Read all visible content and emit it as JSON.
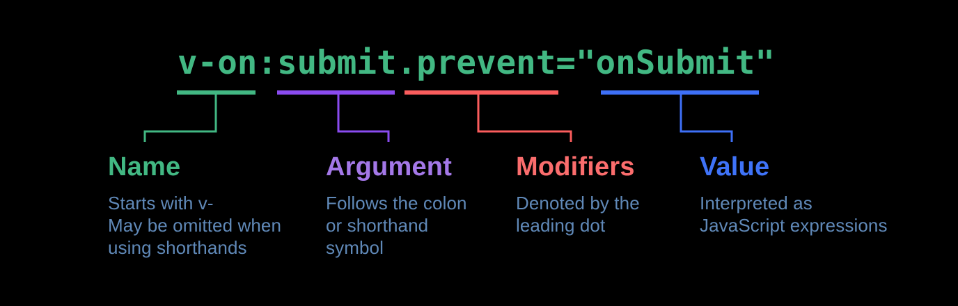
{
  "background_color": "#000000",
  "description_color": "#6089b8",
  "code": {
    "text": "v-on:submit.prevent=\"onSubmit\"",
    "color": "#42b883"
  },
  "sections": [
    {
      "label": "Name",
      "description": "Starts with v-\nMay be omitted when\nusing shorthands",
      "bar_color": "#42b883",
      "label_color": "#42b883"
    },
    {
      "label": "Argument",
      "description": "Follows the colon\nor shorthand\nsymbol",
      "bar_color": "#8a4bf0",
      "label_color": "#a478e8"
    },
    {
      "label": "Modifiers",
      "description": "Denoted by the\nleading dot",
      "bar_color": "#fb5d5d",
      "label_color": "#fb6d6d"
    },
    {
      "label": "Value",
      "description": "Interpreted as\nJavaScript expressions",
      "bar_color": "#3e70f7",
      "label_color": "#3f73f8"
    }
  ]
}
